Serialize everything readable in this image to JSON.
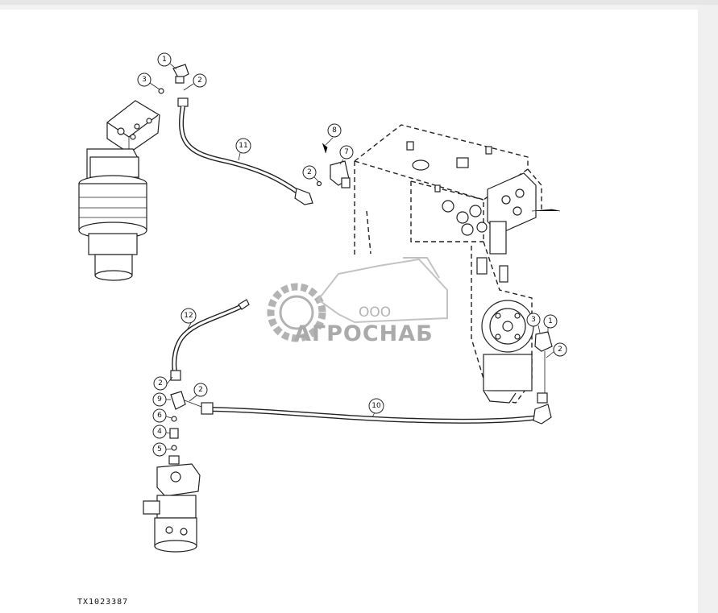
{
  "figure_id": "TX1023387",
  "watermark": {
    "small": "ООО",
    "brand": "АГРОСНАБ"
  },
  "callouts": [
    {
      "label": "1"
    },
    {
      "label": "3"
    },
    {
      "label": "2"
    },
    {
      "label": "11"
    },
    {
      "label": "8"
    },
    {
      "label": "7"
    },
    {
      "label": "2"
    },
    {
      "label": "12"
    },
    {
      "label": "2"
    },
    {
      "label": "2"
    },
    {
      "label": "9"
    },
    {
      "label": "6"
    },
    {
      "label": "4"
    },
    {
      "label": "5"
    },
    {
      "label": "10"
    },
    {
      "label": "3"
    },
    {
      "label": "1"
    },
    {
      "label": "2"
    }
  ]
}
